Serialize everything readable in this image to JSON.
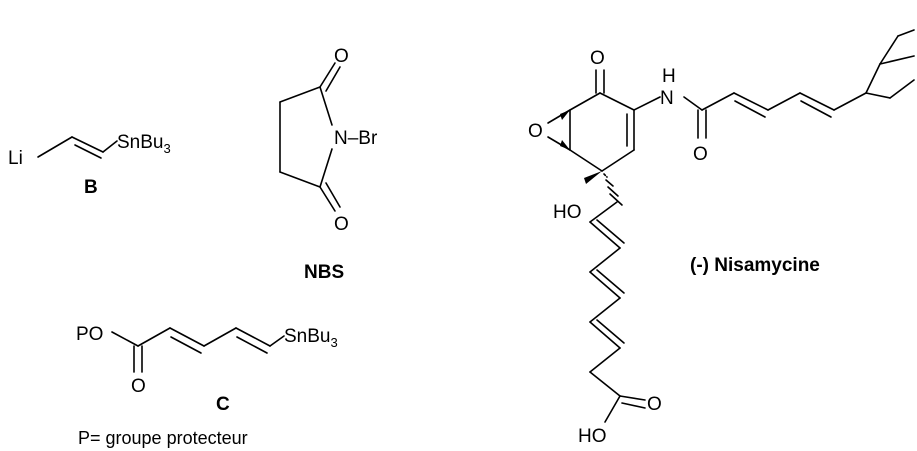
{
  "reagent_b": {
    "li": "Li",
    "sn": "SnBu",
    "sn_sub": "3",
    "label": "B"
  },
  "reagent_nbs": {
    "o_top": "O",
    "o_bottom": "O",
    "n_br": "N–Br",
    "label": "NBS"
  },
  "reagent_c": {
    "po": "PO",
    "o": "O",
    "sn": "SnBu",
    "sn_sub": "3",
    "label": "C",
    "caption": "P= groupe protecteur"
  },
  "nisamycine": {
    "o_ketone": "O",
    "h_amide": "H",
    "n_amide": "N",
    "o_amide": "O",
    "o_epoxide": "O",
    "ho": "HO",
    "o_acid": "O",
    "ho_acid": "HO",
    "label": "(-) Nisamycine"
  }
}
